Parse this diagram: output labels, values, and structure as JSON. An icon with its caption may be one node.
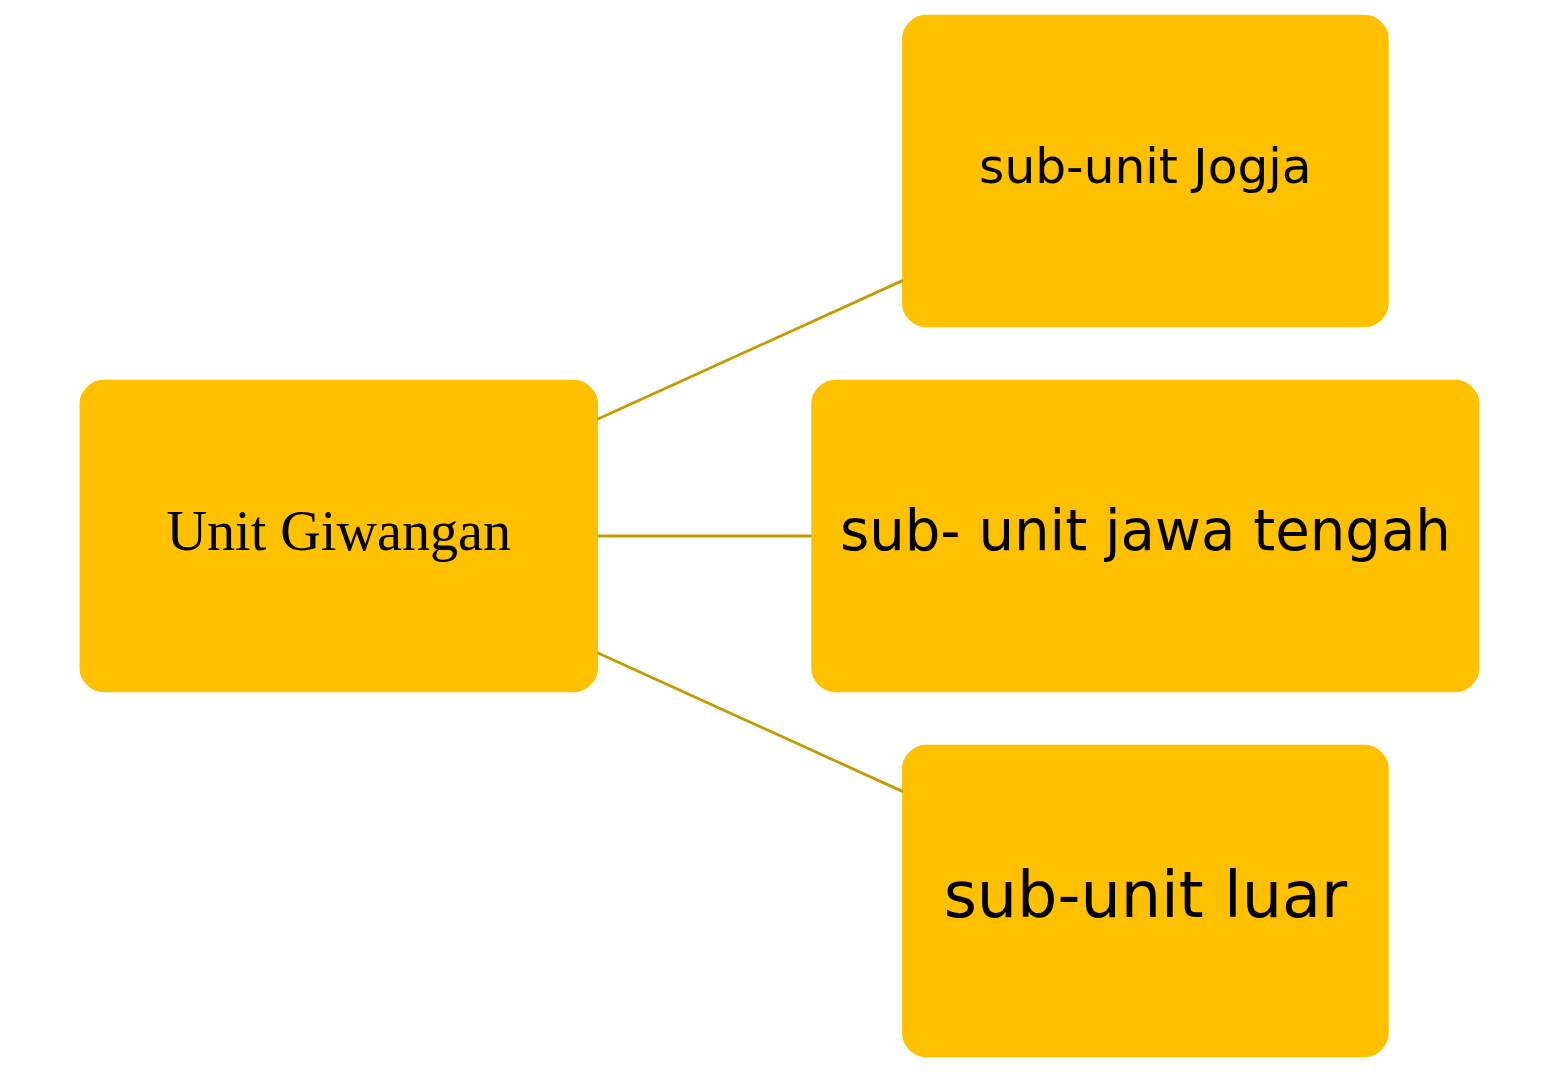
{
  "diagram": {
    "nodes": [
      {
        "text": [
          "Unit Giwangan"
        ]
      },
      {
        "text": [
          "sub-unit Jogja"
        ]
      },
      {
        "text": [
          "sub- unit jawa tengah"
        ]
      },
      {
        "text": [
          "sub-unit luar"
        ]
      }
    ],
    "edges": [
      {
        "from": 0,
        "to": 1,
        "arrow": "none"
      },
      {
        "from": 0,
        "to": 2,
        "arrow": "none"
      },
      {
        "from": 0,
        "to": 3,
        "arrow": "none"
      }
    ]
  }
}
